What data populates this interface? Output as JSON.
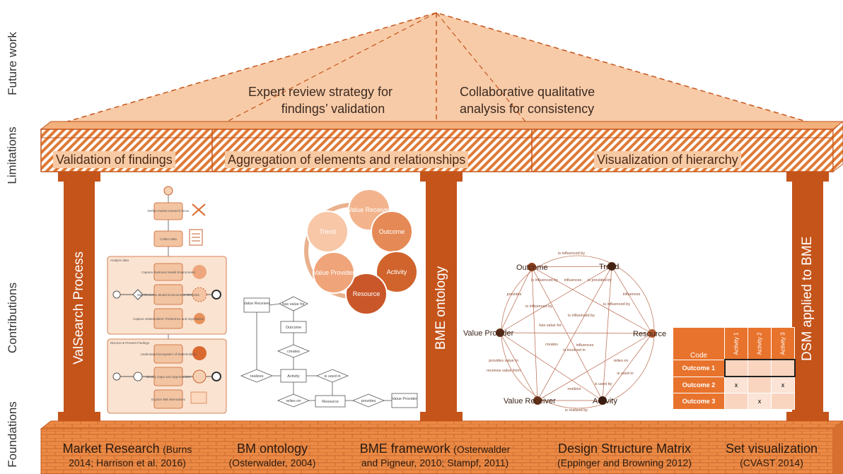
{
  "side_labels": {
    "future_work": "Future work",
    "limitations": "Limitations",
    "contributions": "Contributions",
    "foundations": "Foundations"
  },
  "future_work": {
    "left_line1": "Expert review strategy for",
    "left_line2": "findings’ validation",
    "right_line1": "Collaborative qualitative",
    "right_line2": "analysis for consistency"
  },
  "limitations": {
    "left": "Validation of findings",
    "middle": "Aggregation of elements and relationships",
    "right": "Visualization of hierarchy"
  },
  "pillars": {
    "left": "ValSearch Process",
    "middle": "BME ontology",
    "right": "DSM applied to BME"
  },
  "foundations": [
    {
      "title": "Market Research",
      "title_cite": "(Burns",
      "cite": "2014; Harrison et al. 2016)"
    },
    {
      "title": "BM ontology",
      "title_cite": "",
      "cite": "(Osterwalder, 2004)"
    },
    {
      "title": "BME framework",
      "title_cite": "(Osterwalder",
      "cite": "and Pigneur, 2010; Stampf, 2011)"
    },
    {
      "title": "Design Structure Matrix",
      "title_cite": "",
      "cite": "(Eppinger and Browning 2012)"
    },
    {
      "title": "Set visualization",
      "title_cite": "",
      "cite": "(CVAST 2014)"
    }
  ],
  "process": {
    "steps": [
      "Define market research focus",
      "Collect data",
      "Capture Business Model Environment",
      "Map Business Model Environment elements",
      "Capture Stakeholders' Preference and Importance",
      "Understand Ecosystem of Stakeholders",
      "Identify Gaps and Opportunities",
      "Explore BM Alternatives"
    ],
    "lane1": "Analyze data",
    "lane2": "Discuss & Present Findings"
  },
  "circle_diagram": {
    "elements": [
      "Value Receiver",
      "Outcome",
      "Activity",
      "Resource",
      "Value Provider",
      "Trend"
    ]
  },
  "flow_diagram": {
    "boxes": [
      "Value Receiver",
      "Outcome",
      "Activity",
      "Resource",
      "Value Provider"
    ],
    "diamonds": [
      "has value for",
      "creates",
      "realizes",
      "is used in",
      "relies on",
      "provides"
    ]
  },
  "network": {
    "nodes": [
      "Outcome",
      "Trend",
      "Value Provider",
      "Resource",
      "Value Receiver",
      "Activity"
    ],
    "edges": [
      "is influenced by",
      "is influenced by",
      "provides",
      "influences",
      "is influenced by",
      "influences",
      "is provided by",
      "has value for",
      "is influenced by",
      "is influenced by",
      "influences",
      "creates",
      "is involved in",
      "provides value to",
      "relies on",
      "receives value from",
      "is used in",
      "realizes",
      "is used by",
      "is realized by"
    ]
  },
  "dsm": {
    "header_code": "Code",
    "columns": [
      "Activity 1",
      "Activity 2",
      "Activity 3"
    ],
    "rows": [
      {
        "label": "Outcome 1",
        "cells": [
          "",
          "",
          ""
        ]
      },
      {
        "label": "Outcome 2",
        "cells": [
          "x",
          "",
          "x"
        ]
      },
      {
        "label": "Outcome 3",
        "cells": [
          "",
          "x",
          ""
        ]
      }
    ]
  },
  "colors": {
    "pillar": "#c4541a",
    "roof": "#f8cba8",
    "band": "#f2a56b",
    "brick": "#e9823e",
    "outline": "#c4541a"
  }
}
